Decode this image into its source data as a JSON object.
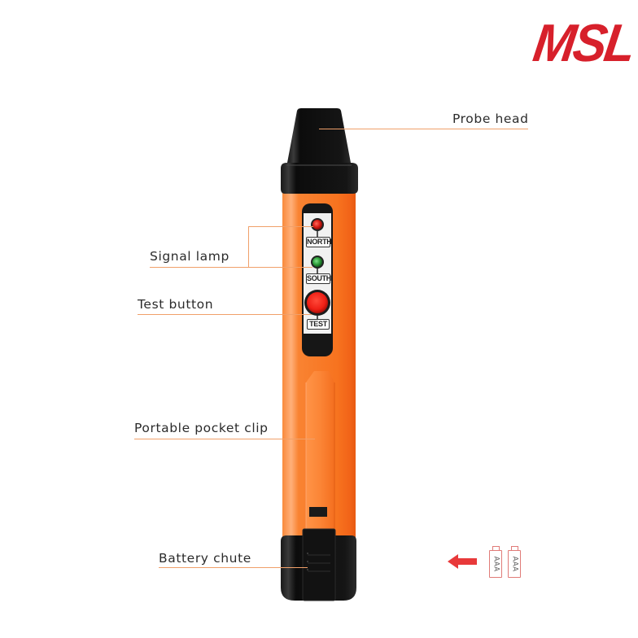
{
  "brand": {
    "logo_text": "MSL",
    "color": "#d7202b"
  },
  "callouts": {
    "probe_head": "Probe head",
    "signal_lamp": "Signal lamp",
    "test_button": "Test button",
    "pocket_clip": "Portable pocket clip",
    "battery_chute": "Battery chute"
  },
  "panel": {
    "north_label": "NORTH",
    "south_label": "SOUTH",
    "test_label": "TEST"
  },
  "battery_info": {
    "arrow_icon": "left-arrow-icon",
    "batteries": [
      "AAA",
      "AAA"
    ]
  },
  "colors": {
    "body_orange": "#f77a2a",
    "cap_black": "#111111",
    "leader_line": "#f0a06a",
    "lamp_red": "#e0201e",
    "lamp_green": "#2e9e3a"
  }
}
